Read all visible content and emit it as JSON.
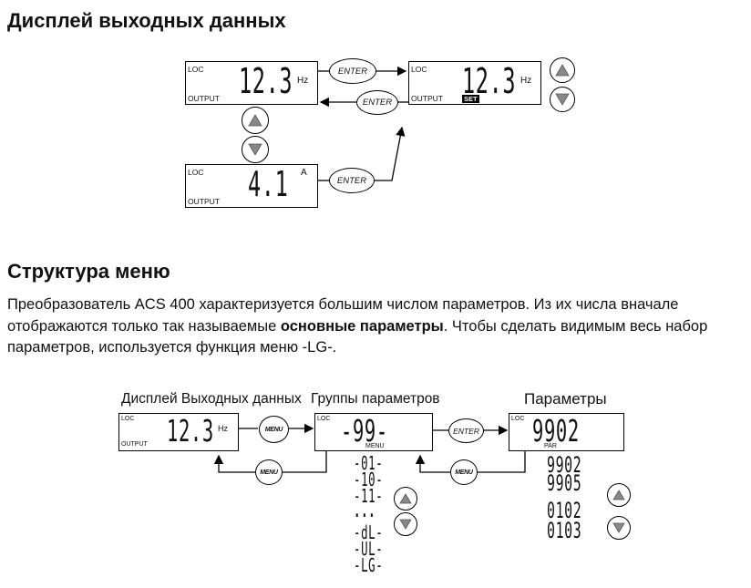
{
  "section1": {
    "title": "Дисплей выходных данных",
    "display_hz": {
      "loc": "LOC",
      "value": "12.3",
      "unit": "Hz",
      "mode": "OUTPUT"
    },
    "display_set": {
      "loc": "LOC",
      "value": "12.3",
      "unit": "Hz",
      "mode": "OUTPUT",
      "badge": "SET"
    },
    "display_amp": {
      "loc": "LOC",
      "value": "4.1",
      "unit": "A",
      "mode": "OUTPUT"
    },
    "enter_label": "ENTER"
  },
  "section2": {
    "title": "Структура меню",
    "para_a": "Преобразователь ACS  400 характеризуется большим числом параметров. Из их числа вначале отображаются только так называемые ",
    "para_bold": "основные параметры",
    "para_b": ". Чтобы сделать видимым весь набор параметров, используется функция меню -LG-."
  },
  "diagram": {
    "caption_output": "Дисплей Выходных данных",
    "caption_groups": "Группы параметров",
    "caption_params": "Параметры",
    "display_output": {
      "loc": "LOC",
      "value": "12.3",
      "unit": "Hz",
      "mode": "OUTPUT"
    },
    "display_groups": {
      "loc": "LOC",
      "value": "-99-",
      "sub": "MENU"
    },
    "display_params": {
      "loc": "LOC",
      "value": "9902",
      "sub": "PAR"
    },
    "menu_label": "MENU",
    "enter_label": "ENTER",
    "group_list": [
      "-01-",
      "-10-",
      "-11-",
      "...",
      "-dL-",
      "-UL-",
      "-LG-"
    ],
    "param_list": [
      "9902",
      "9905",
      "0102",
      "0103"
    ]
  }
}
